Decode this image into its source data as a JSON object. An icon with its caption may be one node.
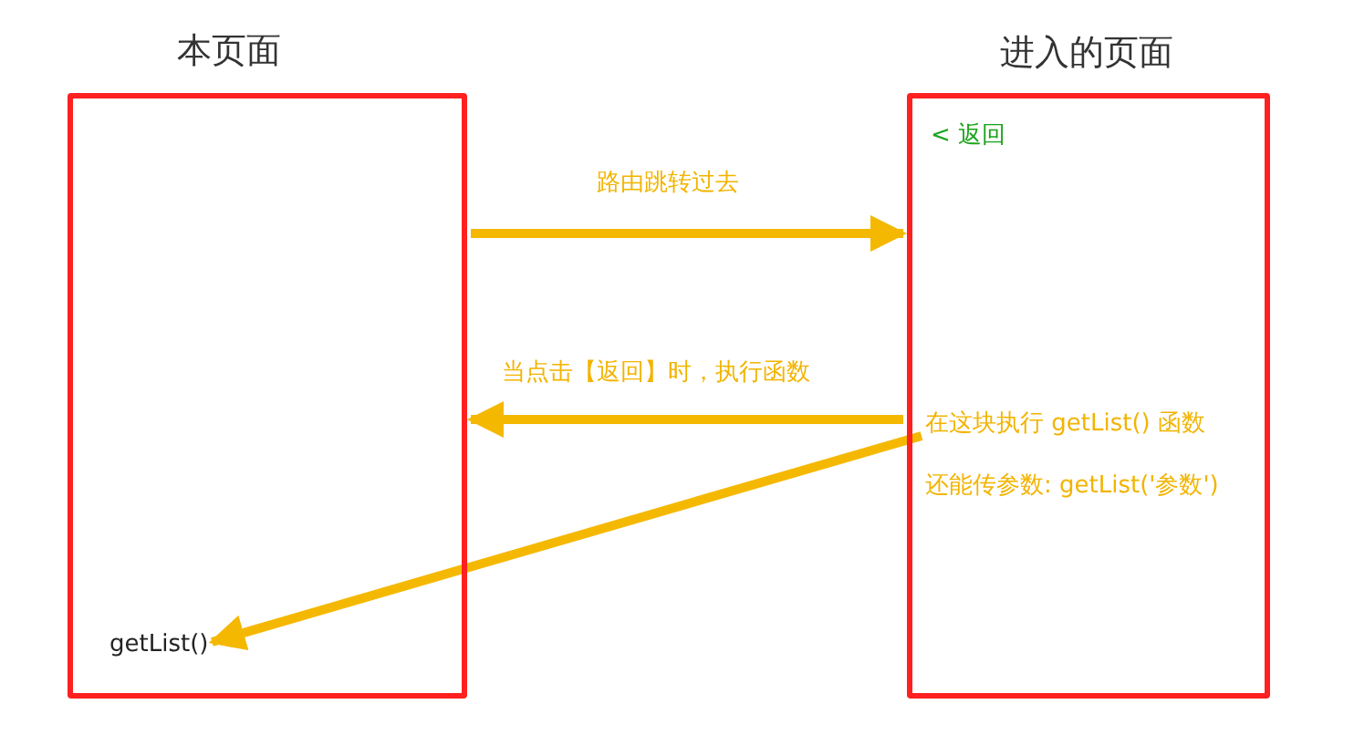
{
  "diagram": {
    "nodes": [
      {
        "text": [
          "本页面"
        ]
      },
      {
        "text": [
          "进入的页面"
        ]
      },
      {
        "text": [
          "< 返回"
        ],
        "in": 1
      },
      {
        "text": [
          "在这块执行 getList() 函数"
        ],
        "in": 1
      },
      {
        "text": [
          "还能传参数: getList('参数')"
        ],
        "in": 1
      },
      {
        "text": [
          "getList()"
        ],
        "in": 0
      }
    ],
    "edges": [
      {
        "from": 0,
        "to": 1,
        "arrow": "to",
        "label": "路由跳转过去"
      },
      {
        "from": 1,
        "to": 0,
        "arrow": "to",
        "label": "当点击【返回】时，执行函数"
      },
      {
        "from": 3,
        "to": 5,
        "arrow": "to"
      }
    ]
  }
}
